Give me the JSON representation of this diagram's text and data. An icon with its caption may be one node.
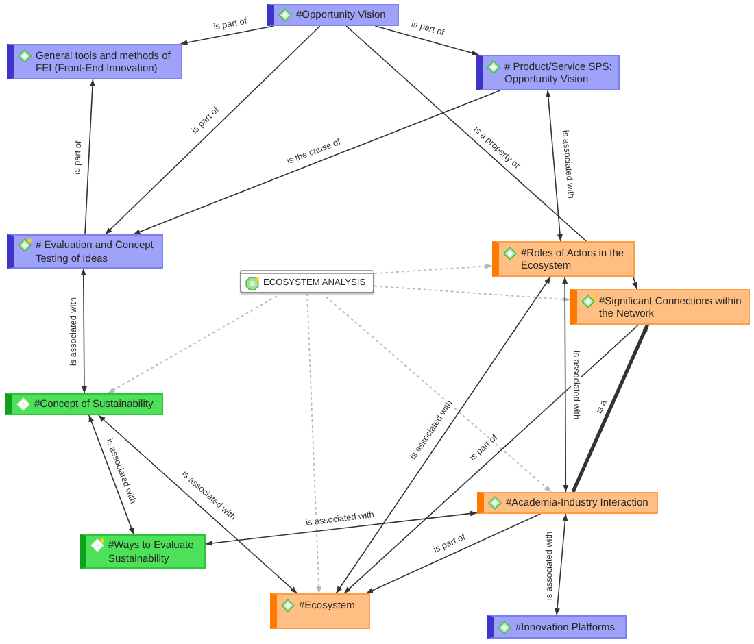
{
  "diagram": {
    "nodes": [
      {
        "text": [
          "#Opportunity Vision"
        ]
      },
      {
        "text": [
          "General tools and methods of FEI (Front-End Innovation)"
        ]
      },
      {
        "text": [
          "# Product/Service SPS: Opportunity Vision"
        ]
      },
      {
        "text": [
          "# Evaluation and Concept Testing of Ideas"
        ]
      },
      {
        "text": [
          "ECOSYSTEM ANALYSIS"
        ]
      },
      {
        "text": [
          "#Roles of Actors in the Ecosystem"
        ]
      },
      {
        "text": [
          "#Significant Connections within the Network"
        ]
      },
      {
        "text": [
          "#Concept of Sustainability"
        ]
      },
      {
        "text": [
          "#Ways to Evaluate Sustainability"
        ]
      },
      {
        "text": [
          "#Academia-Industry Interaction"
        ]
      },
      {
        "text": [
          "#Ecosystem"
        ]
      },
      {
        "text": [
          "#Innovation Platforms"
        ]
      }
    ],
    "edges": [
      {
        "from": 0,
        "to": 1,
        "arrow": "to",
        "label": "is part of"
      },
      {
        "from": 0,
        "to": 2,
        "arrow": "to",
        "label": "is part of"
      },
      {
        "from": 0,
        "to": 3,
        "arrow": "to",
        "label": "is part of"
      },
      {
        "from": 2,
        "to": 3,
        "arrow": "to",
        "label": "is the cause of"
      },
      {
        "from": 3,
        "to": 1,
        "arrow": "to",
        "label": "is part of"
      },
      {
        "from": 0,
        "to": 5,
        "arrow": "none",
        "label": "is a property of"
      },
      {
        "from": 2,
        "to": 5,
        "arrow": "both",
        "label": "is associated with"
      },
      {
        "from": 5,
        "to": 6,
        "arrow": "to"
      },
      {
        "from": 3,
        "to": 7,
        "arrow": "both",
        "label": "is associated with"
      },
      {
        "from": 4,
        "to": 7,
        "arrow": "to",
        "style": "dashed",
        "color": "#b8b8b8"
      },
      {
        "from": 4,
        "to": 5,
        "arrow": "to",
        "style": "dashed",
        "color": "#b8b8b8"
      },
      {
        "from": 4,
        "to": 6,
        "arrow": "to",
        "style": "dashed",
        "color": "#b8b8b8"
      },
      {
        "from": 4,
        "to": 10,
        "arrow": "to",
        "style": "dashed",
        "color": "#b8b8b8"
      },
      {
        "from": 4,
        "to": 9,
        "arrow": "to",
        "style": "dashed",
        "color": "#b8b8b8"
      },
      {
        "from": 7,
        "to": 8,
        "arrow": "both",
        "label": "is associated with"
      },
      {
        "from": 7,
        "to": 10,
        "arrow": "both",
        "label": "is associated with"
      },
      {
        "from": 9,
        "to": 8,
        "arrow": "both",
        "label": "is associated with"
      },
      {
        "from": 10,
        "to": 5,
        "arrow": "both",
        "label": "is associated with"
      },
      {
        "from": 6,
        "to": 10,
        "arrow": "to",
        "label": "is part of"
      },
      {
        "from": 9,
        "to": 10,
        "arrow": "to",
        "label": "is part of"
      },
      {
        "from": 5,
        "to": 9,
        "arrow": "both",
        "label": "is associated with"
      },
      {
        "from": 9,
        "to": 6,
        "arrow": "to",
        "label": "is a",
        "style": "thick"
      },
      {
        "from": 9,
        "to": 11,
        "arrow": "both",
        "label": "is associated with"
      }
    ]
  }
}
